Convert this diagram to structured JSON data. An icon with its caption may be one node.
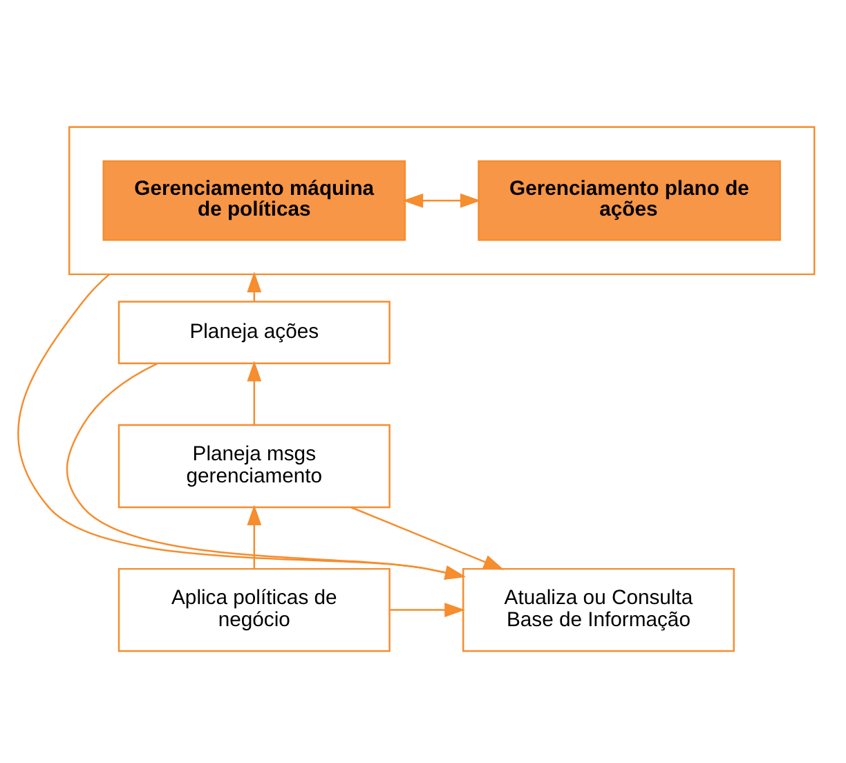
{
  "diagram": {
    "nodes": [
      {
        "text": [],
        "shape": "box"
      },
      {
        "text": [
          "Gerenciamento máquina de políticas"
        ],
        "in": 0
      },
      {
        "text": [
          "Gerenciamento plano de ações"
        ],
        "in": 0
      },
      {
        "text": [
          "Planeja ações"
        ]
      },
      {
        "text": [
          "Planeja msgs gerenciamento"
        ]
      },
      {
        "text": [
          "Atualiza ou Consulta Base de Informação"
        ]
      },
      {
        "text": [
          "Aplica políticas de negócio"
        ]
      }
    ],
    "edges": [
      {
        "from": 1,
        "to": 2,
        "arrow": "both"
      },
      {
        "from": 3,
        "to": 0,
        "arrow": "to"
      },
      {
        "from": 4,
        "to": 3,
        "arrow": "to"
      },
      {
        "from": 6,
        "to": 4,
        "arrow": "to"
      },
      {
        "from": 6,
        "to": 5,
        "arrow": "to"
      },
      {
        "from": 0,
        "to": 5,
        "arrow": "to"
      },
      {
        "from": 3,
        "to": 5,
        "arrow": "to"
      },
      {
        "from": 4,
        "to": 5,
        "arrow": "to"
      }
    ]
  }
}
